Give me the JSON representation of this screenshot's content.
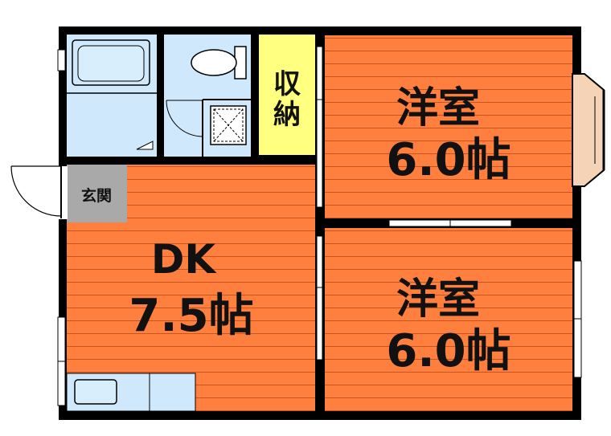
{
  "rooms": {
    "western_top": {
      "name": "洋室",
      "size": "6.0帖"
    },
    "western_bottom": {
      "name": "洋室",
      "size": "6.0帖"
    },
    "dining_kitchen": {
      "name": "DK",
      "size": "7.5帖"
    },
    "storage": {
      "line1": "収",
      "line2": "納"
    },
    "entrance": {
      "name": "玄関"
    }
  },
  "colors": {
    "floor": "#ff7f3f",
    "floor_line": "#c85420",
    "bath": "#cfe8fb",
    "storage": "#ffff80",
    "entrance": "#a9a9a9",
    "wall": "#000000",
    "bay": "#f5d3b6"
  }
}
